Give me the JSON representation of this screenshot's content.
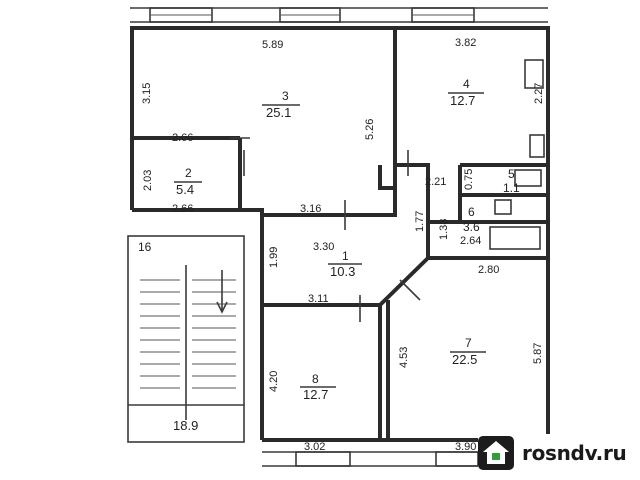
{
  "rooms": [
    {
      "number": "1",
      "area": "10.3"
    },
    {
      "number": "2",
      "area": "5.4"
    },
    {
      "number": "3",
      "area": "25.1"
    },
    {
      "number": "4",
      "area": "12.7"
    },
    {
      "number": "5",
      "area": "1.1"
    },
    {
      "number": "6",
      "area": "3.6"
    },
    {
      "number": "7",
      "area": "22.5"
    },
    {
      "number": "8",
      "area": "12.7"
    }
  ],
  "stairwell": {
    "number": "16",
    "area": "18.9"
  },
  "dimensions": [
    "5.89",
    "3.82",
    "3.15",
    "2.27",
    "5.26",
    "2.66",
    "2.03",
    "2.66",
    "3.16",
    "2.21",
    "0.75",
    "1.77",
    "1.38",
    "2.64",
    "3.30",
    "1.99",
    "2.80",
    "3.11",
    "4.20",
    "4.53",
    "5.87",
    "3.02",
    "3.90"
  ],
  "watermark": {
    "text": "rosndv.ru",
    "icon": "house-icon",
    "accent": "#2e9e3a"
  }
}
